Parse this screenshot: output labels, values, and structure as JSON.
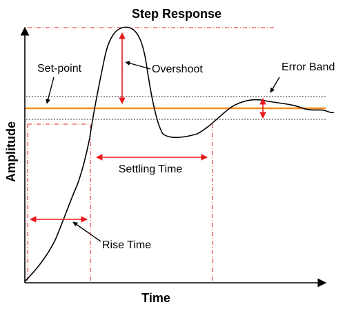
{
  "title": "Step Response",
  "axes": {
    "x_label": "Time",
    "y_label": "Amplitude"
  },
  "annotations": {
    "set_point": "Set-point",
    "overshoot": "Overshoot",
    "error_band": "Error Band",
    "settling_time": "Settling Time",
    "rise_time": "Rise Time"
  },
  "colors": {
    "response_curve": "#000000",
    "set_point_line": "#ff8c1a",
    "measure_arrows": "#e8191c",
    "guide_lines": "#e8191c",
    "error_band_lines": "#333333"
  },
  "line_styles": {
    "guide_lines": "dash-dot",
    "error_band_lines": "dotted"
  }
}
